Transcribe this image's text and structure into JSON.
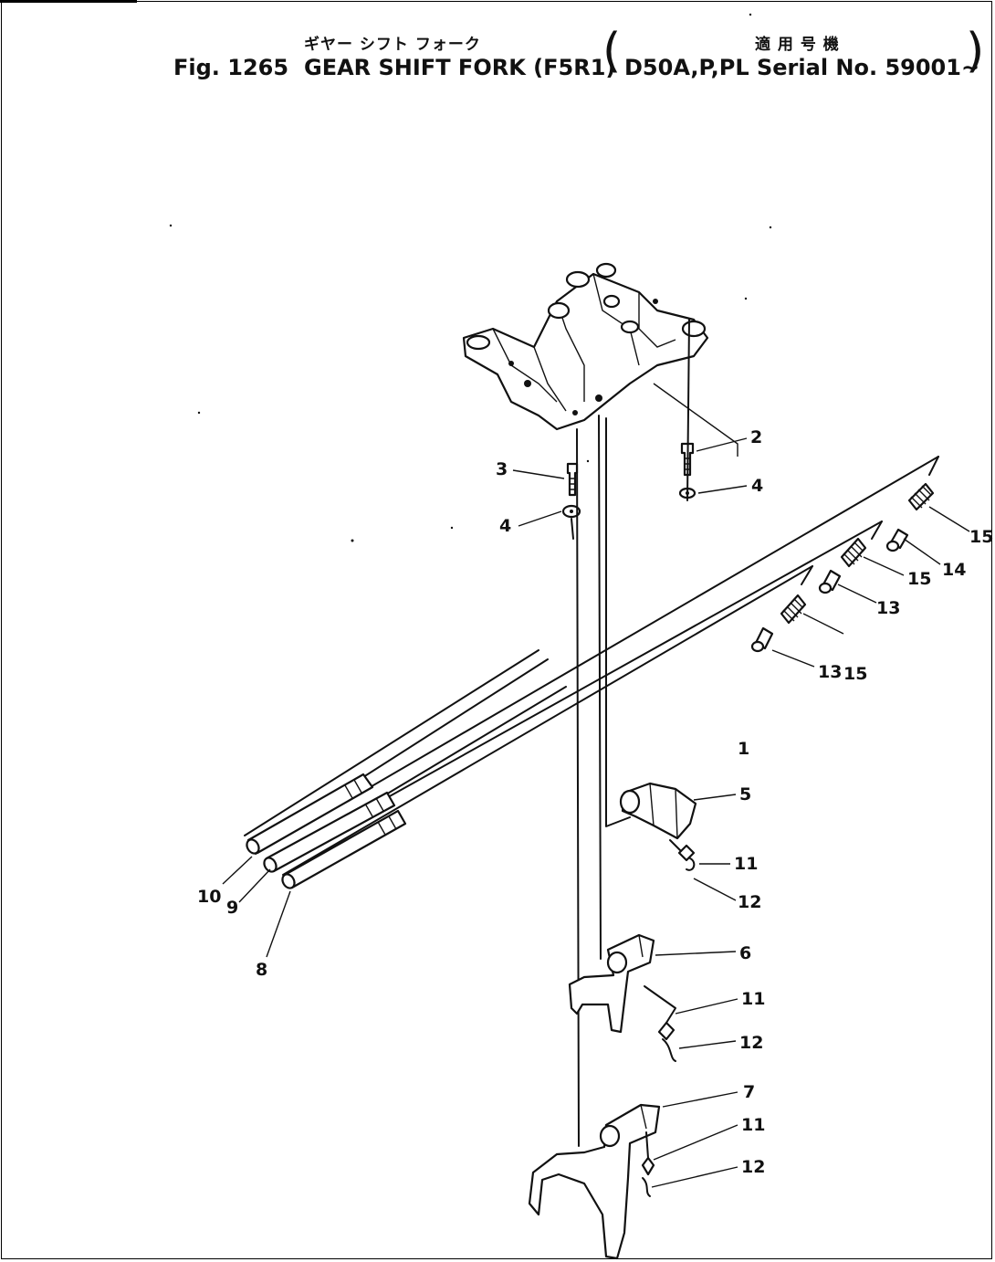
{
  "header": {
    "title_japanese": "ギヤー シフト フォーク",
    "figure": "Fig. 1265",
    "title": "GEAR SHIFT FORK (F5R1)",
    "applicable_japanese": "適 用 号 機",
    "applicable": "D50A,P,PL Serial No. 59001~"
  },
  "callouts": [
    {
      "id": "1",
      "label": "1"
    },
    {
      "id": "2",
      "label": "2"
    },
    {
      "id": "3",
      "label": "3"
    },
    {
      "id": "4a",
      "label": "4"
    },
    {
      "id": "4b",
      "label": "4"
    },
    {
      "id": "5",
      "label": "5"
    },
    {
      "id": "6",
      "label": "6"
    },
    {
      "id": "7",
      "label": "7"
    },
    {
      "id": "8",
      "label": "8"
    },
    {
      "id": "9",
      "label": "9"
    },
    {
      "id": "10",
      "label": "10"
    },
    {
      "id": "11a",
      "label": "11"
    },
    {
      "id": "11b",
      "label": "11"
    },
    {
      "id": "11c",
      "label": "11"
    },
    {
      "id": "12a",
      "label": "12"
    },
    {
      "id": "12b",
      "label": "12"
    },
    {
      "id": "12c",
      "label": "12"
    },
    {
      "id": "13a",
      "label": "13"
    },
    {
      "id": "13b",
      "label": "13"
    },
    {
      "id": "14",
      "label": "14"
    },
    {
      "id": "15a",
      "label": "15"
    },
    {
      "id": "15b",
      "label": "15"
    },
    {
      "id": "15c",
      "label": "15"
    }
  ]
}
